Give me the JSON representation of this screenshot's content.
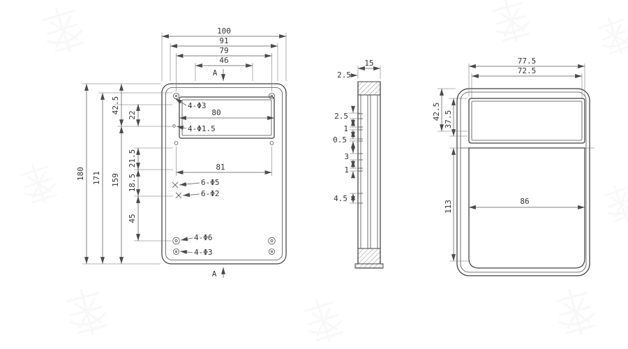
{
  "front_view": {
    "dims": {
      "w100": "100",
      "w91": "91",
      "w79": "79",
      "w46": "46",
      "h180": "180",
      "h171": "171",
      "h159": "159",
      "v42_5": "42.5",
      "v22": "22",
      "v21_5": "21.5",
      "v18_5": "18.5",
      "v45": "45",
      "inner80": "80",
      "inner81": "81"
    },
    "holes": {
      "corner_top": "4-Φ3",
      "small": "4-Φ1.5",
      "mid_outer": "6-Φ5",
      "mid_inner": "6-Φ2",
      "boss": "4-Φ6",
      "corner_bottom": "4-Φ3"
    },
    "section": {
      "top": "A",
      "bottom": "A"
    }
  },
  "side_view": {
    "dims": {
      "width": "15",
      "lip": "2.5",
      "s1": "2.5",
      "s2": "1",
      "s3": "0.5",
      "s4": "3",
      "s5": "1",
      "s6": "4.5"
    }
  },
  "rear_view": {
    "dims": {
      "w77_5": "77.5",
      "w72_5": "72.5",
      "v42_5": "42.5",
      "v37_5": "37.5",
      "v113": "113",
      "w86": "86"
    }
  },
  "colors": {
    "line": "#3f3f3f",
    "dimension": "#565656",
    "background": "#ffffff"
  }
}
